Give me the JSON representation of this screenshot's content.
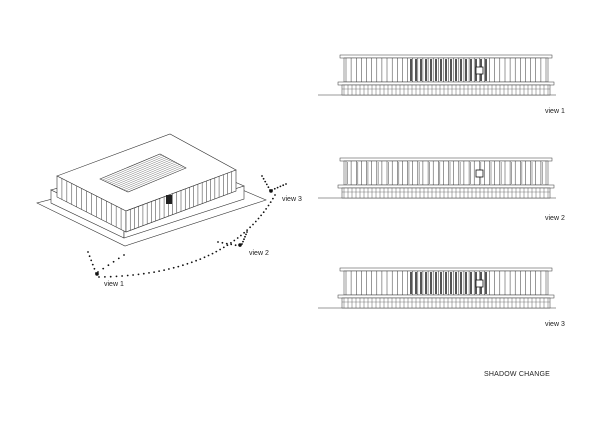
{
  "axon_labels": {
    "view1": "view 1",
    "view2": "view 2",
    "view3": "view 3"
  },
  "elevations": [
    {
      "caption": "view 1",
      "shadow": "deep"
    },
    {
      "caption": "view 2",
      "shadow": "light"
    },
    {
      "caption": "view 3",
      "shadow": "deep"
    }
  ],
  "footer": {
    "title": "SHADOW CHANGE"
  },
  "colors": {
    "line": "#333333",
    "shadow": "#555555",
    "paper": "#ffffff"
  }
}
